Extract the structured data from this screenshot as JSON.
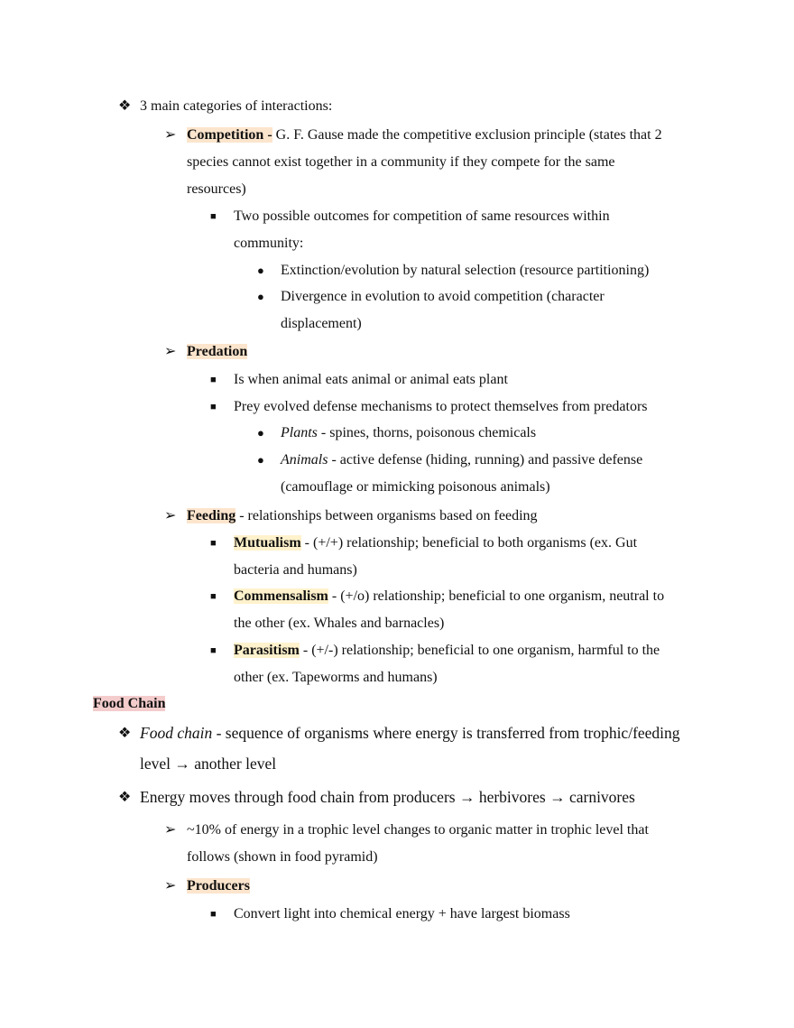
{
  "interactions": {
    "heading": "3 main categories of interactions:",
    "competition": {
      "term": "Competition -",
      "desc_l1": " G. F. Gause made the competitive exclusion principle (states that 2",
      "desc_l2": "species cannot exist together in a community if they compete for the same",
      "desc_l3": "resources)",
      "sub_l1": "Two possible outcomes for competition of same resources within",
      "sub_l2": "community:",
      "outcome_1": "Extinction/evolution by natural selection (resource partitioning)",
      "outcome_2_l1": "Divergence in evolution to avoid competition (character",
      "outcome_2_l2": "displacement)"
    },
    "predation": {
      "term": "Predation",
      "item_1": "Is when animal eats animal or animal eats plant",
      "item_2": "Prey evolved defense mechanisms to protect themselves from predators",
      "plants_term": "Plants",
      "plants_desc": " - spines, thorns, poisonous chemicals",
      "animals_term": "Animals",
      "animals_desc_l1": " - active defense (hiding, running) and passive defense",
      "animals_desc_l2": "(camouflage or mimicking poisonous animals)"
    },
    "feeding": {
      "term": "Feeding",
      "desc": " - relationships between organisms based on feeding",
      "mutualism_term": "Mutualism",
      "mutualism_l1": " - (+/+) relationship; beneficial to both organisms (ex. Gut",
      "mutualism_l2": "bacteria and humans)",
      "commensalism_term": "Commensalism",
      "commensalism_l1": " - (+/o) relationship; beneficial to one organism, neutral to",
      "commensalism_l2": "the other (ex. Whales and barnacles)",
      "parasitism_term": "Parasitism",
      "parasitism_l1": " - (+/-) relationship; beneficial to one organism, harmful to the",
      "parasitism_l2": "other (ex. Tapeworms and humans)"
    }
  },
  "food_chain": {
    "heading": "Food Chain",
    "def_term": "Food chain",
    "def_l1": " - sequence of organisms where energy is transferred from trophic/feeding",
    "def_l2": "level → another level",
    "energy": "Energy moves through food chain from producers → herbivores  → carnivores",
    "ten_l1": "~10% of energy in a trophic level changes to organic matter in trophic level that",
    "ten_l2": "follows (shown in food pyramid)",
    "producers_term": "Producers",
    "producers_item": "Convert light into chemical energy + have largest biomass"
  },
  "glyphs": {
    "diamond": "❖",
    "arrow": "➢",
    "square": "■",
    "dot": "●"
  }
}
